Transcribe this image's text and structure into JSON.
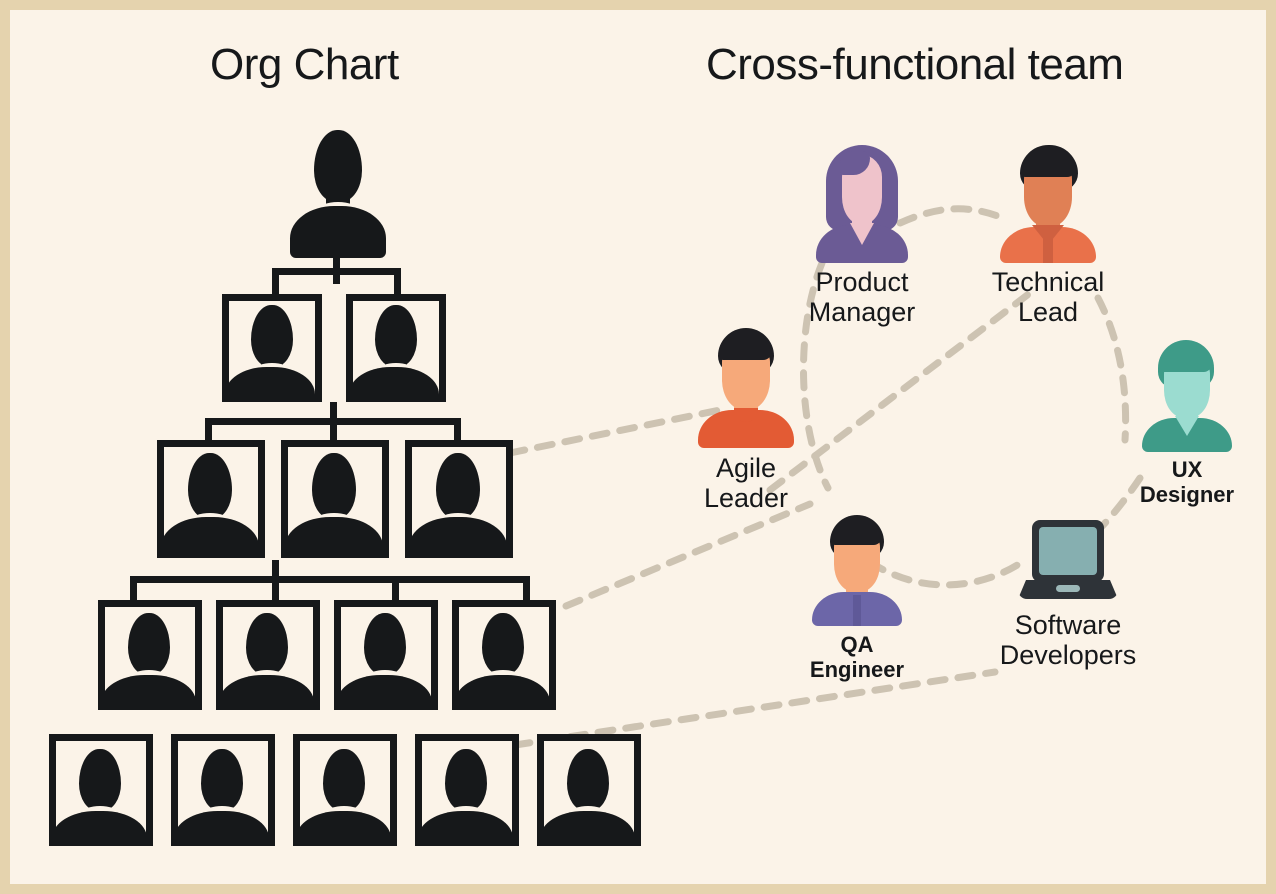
{
  "theme": {
    "frame_color": "#E5D3AE",
    "background_color": "#FBF3E8",
    "ink_color": "#16181A",
    "dashed_link_color": "#CDC3B2"
  },
  "panels": {
    "left": {
      "title": "Org Chart"
    },
    "right": {
      "title": "Cross-functional team"
    }
  },
  "org_chart": {
    "title": "Org Chart",
    "rows": [
      {
        "level": 1,
        "count": 1,
        "boxed": false
      },
      {
        "level": 2,
        "count": 2,
        "boxed": true
      },
      {
        "level": 3,
        "count": 3,
        "boxed": true
      },
      {
        "level": 4,
        "count": 4,
        "boxed": true
      },
      {
        "level": 5,
        "count": 5,
        "boxed": true
      }
    ],
    "total_people": 15,
    "figure_style": "black-silhouette"
  },
  "team": {
    "title": "Cross-functional team",
    "members": [
      {
        "id": "product-manager",
        "label": "Product\nManager",
        "icon": "person-avatar",
        "hair_color": "#6B5B95",
        "body_color": "#6B5B95",
        "skin_color": "#EFC3CB",
        "label_style": "regular"
      },
      {
        "id": "technical-lead",
        "label": "Technical\nLead",
        "icon": "person-avatar",
        "hair_color": "#1E1E22",
        "body_color": "#E9714A",
        "skin_color": "#E08055",
        "label_style": "regular"
      },
      {
        "id": "agile-leader",
        "label": "Agile\nLeader",
        "icon": "person-avatar",
        "hair_color": "#1E1E22",
        "body_color": "#E35B34",
        "skin_color": "#F6A97A",
        "label_style": "regular"
      },
      {
        "id": "ux-designer",
        "label": "UX\nDesigner",
        "icon": "person-avatar",
        "hair_color": "#3E9B88",
        "body_color": "#3E9B88",
        "skin_color": "#9BDCD0",
        "label_style": "bold"
      },
      {
        "id": "qa-engineer",
        "label": "QA\nEngineer",
        "icon": "person-avatar",
        "hair_color": "#1E1E22",
        "body_color": "#6C66A8",
        "skin_color": "#F6A97A",
        "label_style": "bold"
      },
      {
        "id": "software-developers",
        "label": "Software\nDevelopers",
        "icon": "laptop-icon",
        "body_color": "#2E3338",
        "screen_color": "#86AFB0",
        "label_style": "regular"
      }
    ],
    "connections": [
      {
        "from": "product-manager",
        "to": "technical-lead",
        "style": "dashed-curve"
      },
      {
        "from": "product-manager",
        "to": "agile-leader",
        "style": "dashed-curve"
      },
      {
        "from": "agile-leader",
        "to": "technical-lead",
        "style": "dashed-line"
      },
      {
        "from": "technical-lead",
        "to": "ux-designer",
        "style": "dashed-curve"
      },
      {
        "from": "ux-designer",
        "to": "software-developers",
        "style": "dashed-curve"
      },
      {
        "from": "qa-engineer",
        "to": "software-developers",
        "style": "dashed-curve"
      },
      {
        "from": "org-chart-level-3",
        "to": "agile-leader",
        "style": "dashed-line"
      },
      {
        "from": "org-chart-level-4",
        "to": "qa-engineer",
        "style": "dashed-line"
      },
      {
        "from": "org-chart-level-5",
        "to": "software-developers",
        "style": "dashed-line"
      }
    ]
  }
}
